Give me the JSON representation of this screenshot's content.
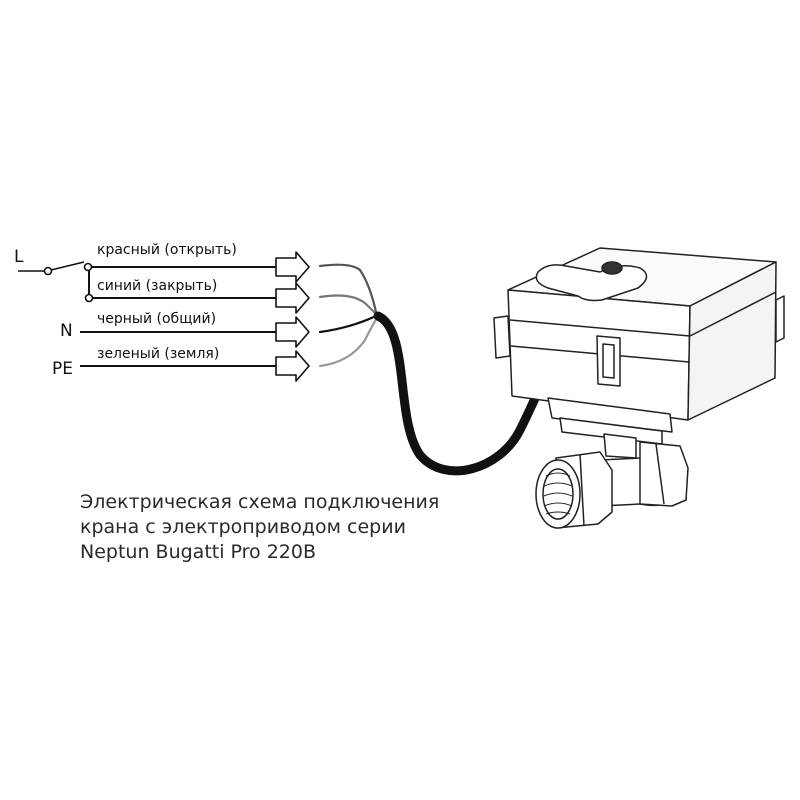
{
  "terminals": {
    "L": "L",
    "N": "N",
    "PE": "PE"
  },
  "wires": [
    {
      "label": "красный (открыть)",
      "color": "#555555"
    },
    {
      "label": "синий (закрыть)",
      "color": "#777777"
    },
    {
      "label": "черный (общий)",
      "color": "#111111"
    },
    {
      "label": "зеленый (земля)",
      "color": "#999999"
    }
  ],
  "caption": {
    "line1": "Электрическая схема подключения",
    "line2": "крана с электроприводом серии",
    "line3": "Neptun Bugatti Pro 220В"
  }
}
